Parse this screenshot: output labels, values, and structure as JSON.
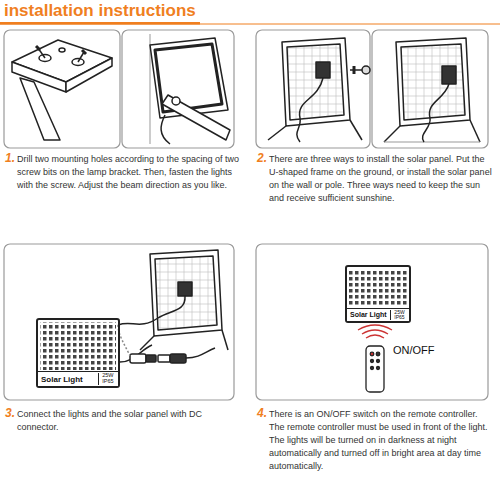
{
  "diagram": {
    "title": "installation instructions",
    "nodes": [
      {
        "text": [
          "Solar Light",
          "25W IP65"
        ]
      },
      {
        "text": [
          "Solar Light",
          "25W IP65"
        ]
      }
    ],
    "labels": [
      "1.",
      "Drill two mounting holes according to the spacing of two screw bits on the lamp bracket. Then, fasten the lights with the screw. Adjust the beam direction as you like.",
      "2.",
      "There are three ways to install the solar panel. Put the U-shaped frame on the ground, or install the solar panel on the wall or pole. Three ways need to keep the sun and receive sufficient sunshine.",
      "ON/OFF",
      "3.",
      "Connect the lights and the solar panel with DC connector.",
      "4.",
      "There is an ON/OFF switch on the remote controller. The remote controller must be used in front of the light. The lights will be turned on in darkness at night automatically and turned off in bright area at day time automatically."
    ]
  }
}
